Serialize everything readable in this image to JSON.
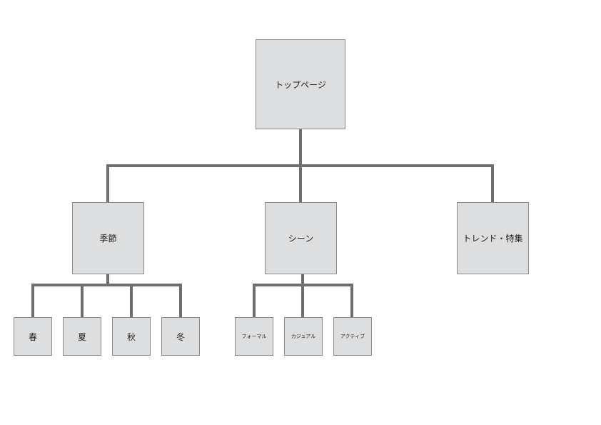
{
  "sitemap": {
    "root": {
      "label": "トップページ"
    },
    "categories": [
      {
        "label": "季節",
        "children": [
          {
            "label": "春"
          },
          {
            "label": "夏"
          },
          {
            "label": "秋"
          },
          {
            "label": "冬"
          }
        ]
      },
      {
        "label": "シーン",
        "children": [
          {
            "label": "フォーマル"
          },
          {
            "label": "カジュアル"
          },
          {
            "label": "アクティブ"
          }
        ]
      },
      {
        "label": "トレンド・特集",
        "children": []
      }
    ]
  },
  "colors": {
    "box_fill": "#dddedf",
    "box_border": "#8a8a8a",
    "connector": "#6e6e6e",
    "text": "#222222"
  }
}
